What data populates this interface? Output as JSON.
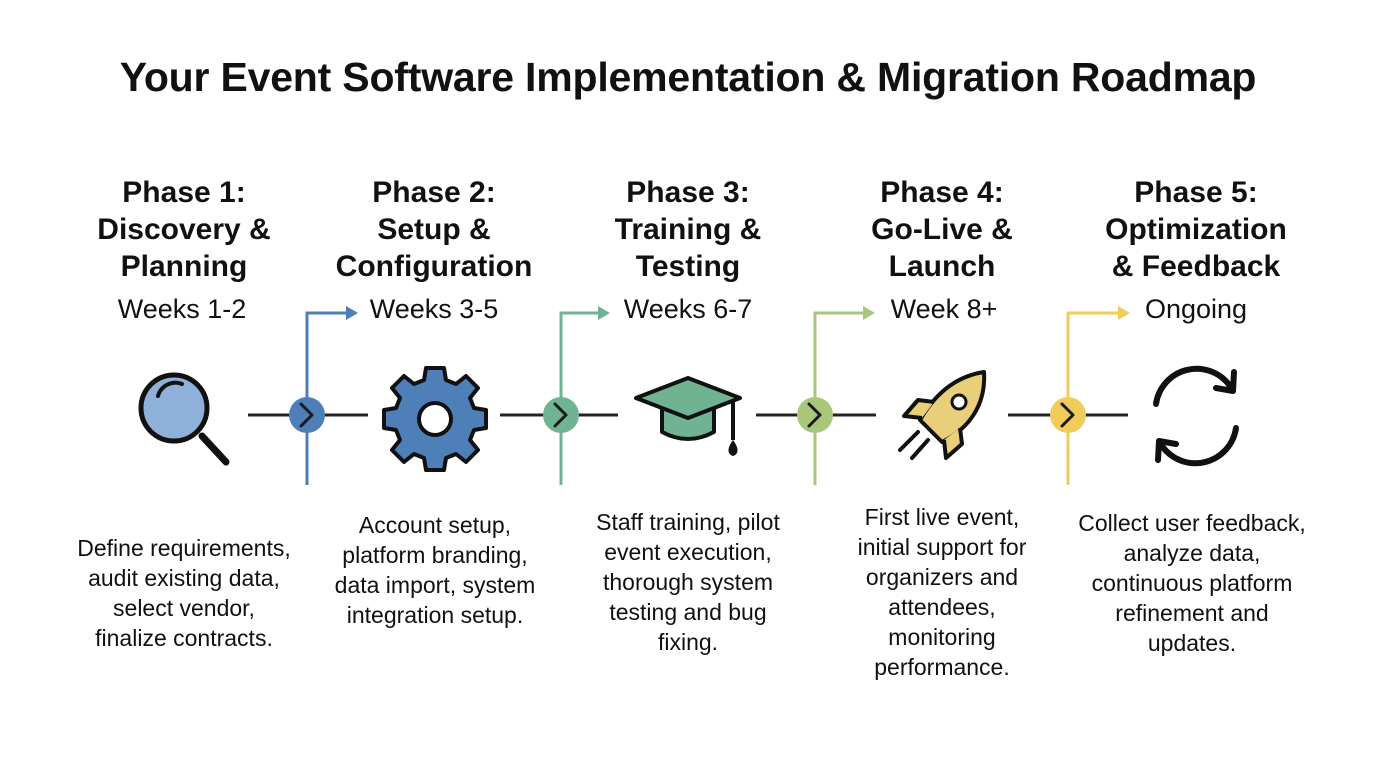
{
  "title": "Your Event Software Implementation & Migration Roadmap",
  "phases": [
    {
      "title_lines": [
        "Phase 1:",
        "Discovery &",
        "Planning"
      ],
      "timeframe": "Weeks 1-2",
      "icon": "magnifying-glass-icon",
      "color": "#8fb0d9",
      "description_lines": [
        "Define requirements,",
        "audit existing data,",
        "select vendor,",
        "finalize contracts."
      ]
    },
    {
      "title_lines": [
        "Phase 2:",
        "Setup &",
        "Configuration"
      ],
      "timeframe": "Weeks 3-5",
      "icon": "gear-icon",
      "color": "#4e7fb8",
      "description_lines": [
        "Account setup,",
        "platform branding,",
        "data import, system",
        "integration setup."
      ]
    },
    {
      "title_lines": [
        "Phase 3:",
        "Training &",
        "Testing"
      ],
      "timeframe": "Weeks 6-7",
      "icon": "graduation-cap-icon",
      "color": "#6fb393",
      "description_lines": [
        "Staff training, pilot",
        "event execution,",
        "thorough system",
        "testing and bug",
        "fixing."
      ]
    },
    {
      "title_lines": [
        "Phase 4:",
        "Go-Live &",
        "Launch"
      ],
      "timeframe": "Week 8+",
      "icon": "rocket-icon",
      "color": "#e9cf79",
      "description_lines": [
        "First live event,",
        "initial support for",
        "organizers and",
        "attendees,",
        "monitoring",
        "performance."
      ]
    },
    {
      "title_lines": [
        "Phase 5:",
        "Optimization",
        "& Feedback"
      ],
      "timeframe": "Ongoing",
      "icon": "refresh-cycle-icon",
      "color": "#111111",
      "description_lines": [
        "Collect user feedback,",
        "analyze data,",
        "continuous platform",
        "refinement and",
        "updates."
      ]
    }
  ],
  "connectors": [
    {
      "color": "#4e7fb8",
      "icon": "chevron-right-icon"
    },
    {
      "color": "#6fb393",
      "icon": "chevron-right-icon"
    },
    {
      "color": "#a8c77a",
      "icon": "chevron-right-icon"
    },
    {
      "color": "#f0cd5a",
      "icon": "chevron-right-icon"
    }
  ]
}
